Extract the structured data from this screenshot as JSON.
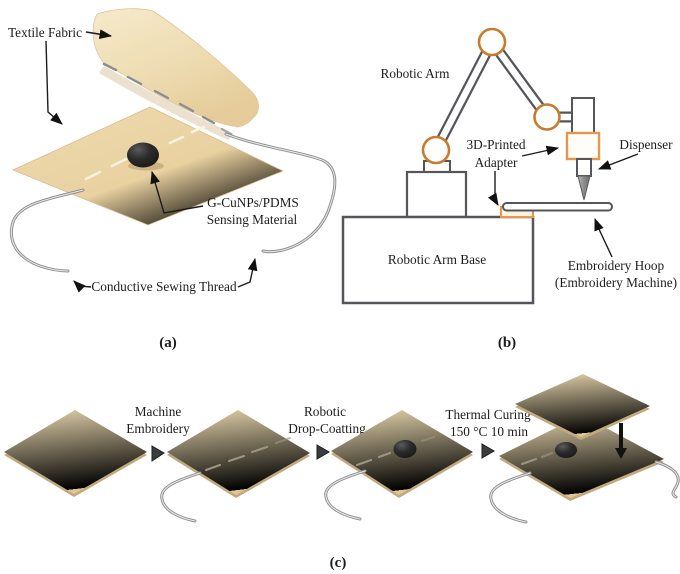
{
  "figure_title": "Textile sensor fabrication schematic",
  "panel_a": {
    "label": "(a)",
    "annotations": {
      "textile_fabric": "Textile Fabric",
      "sensing_line1": "G-CuNPs/PDMS",
      "sensing_line2": "Sensing Material",
      "thread": "Conductive Sewing Thread"
    }
  },
  "panel_b": {
    "label": "(b)",
    "annotations": {
      "robotic_arm": "Robotic Arm",
      "adapter_line1": "3D-Printed",
      "adapter_line2": "Adapter",
      "dispenser": "Dispenser",
      "base": "Robotic Arm Base",
      "hoop_line1": "Embroidery Hoop",
      "hoop_line2": "(Embroidery Machine)"
    }
  },
  "panel_c": {
    "label": "(c)",
    "steps": [
      {
        "line1": "Machine",
        "line2": "Embroidery"
      },
      {
        "line1": "Robotic",
        "line2": "Drop-Coatting"
      },
      {
        "line1": "Thermal Curing",
        "line2": "150 °C 10 min"
      }
    ]
  },
  "colors": {
    "fabric_tan": "#e8d4a8",
    "fabric_light": "#f2e4c2",
    "fabric_dark": "#ddc08c",
    "outline_gray": "#54565a",
    "joint_orange": "#c67c2e",
    "adapter_orange": "#e8954e",
    "blob_black": "#1d1d1d",
    "thread_gray": "#8f8f8f",
    "arrow_dark": "#3a3c3e"
  }
}
